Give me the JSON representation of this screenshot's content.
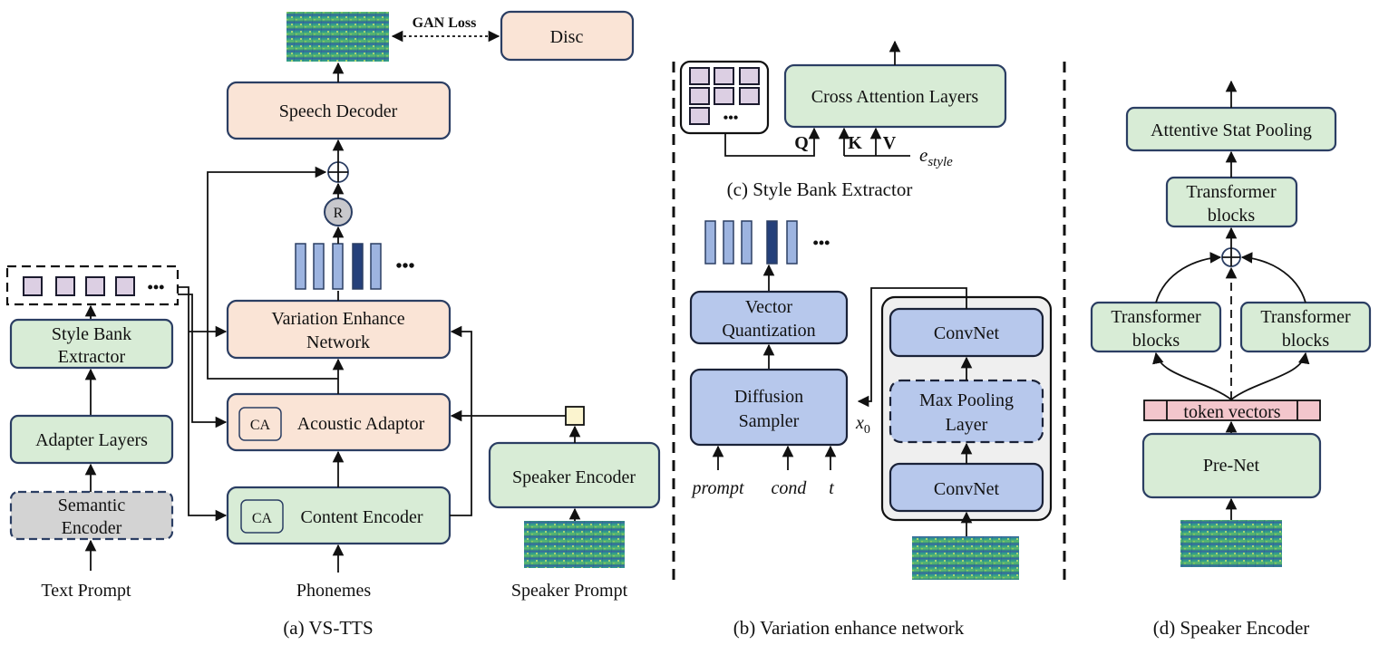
{
  "panel_a": {
    "caption": "(a) VS-TTS",
    "disc": "Disc",
    "gan_loss": "GAN Loss",
    "speech_decoder": "Speech Decoder",
    "r_symbol": "R",
    "variation_line1": "Variation Enhance",
    "variation_line2": "Network",
    "acoustic_adaptor": "Acoustic Adaptor",
    "content_encoder": "Content Encoder",
    "ca": "CA",
    "style_bank_line1": "Style Bank",
    "style_bank_line2": "Extractor",
    "adapter_layers": "Adapter Layers",
    "semantic_line1": "Semantic",
    "semantic_line2": "Encoder",
    "speaker_encoder": "Speaker Encoder",
    "text_prompt": "Text Prompt",
    "phonemes": "Phonemes",
    "speaker_prompt": "Speaker Prompt"
  },
  "panel_b": {
    "caption": "(b) Variation enhance network",
    "vq_line1": "Vector",
    "vq_line2": "Quantization",
    "diff_line1": "Diffusion",
    "diff_line2": "Sampler",
    "convnet_top": "ConvNet",
    "maxpool_line1": "Max Pooling",
    "maxpool_line2": "Layer",
    "convnet_bottom": "ConvNet",
    "input_prompt": "prompt",
    "input_cond": "cond",
    "input_t": "t",
    "x0_base": "x",
    "x0_sub": "0"
  },
  "panel_c": {
    "caption": "(c) Style Bank Extractor",
    "cross_attention": "Cross Attention Layers",
    "q": "Q",
    "k": "K",
    "v": "V",
    "e_base": "e",
    "e_sub": "style"
  },
  "panel_d": {
    "caption": "(d) Speaker Encoder",
    "attentive": "Attentive Stat Pooling",
    "tb_top_line1": "Transformer",
    "tb_top_line2": "blocks",
    "tb_left_line1": "Transformer",
    "tb_left_line2": "blocks",
    "tb_right_line1": "Transformer",
    "tb_right_line2": "blocks",
    "token_vectors": "token vectors",
    "prenet": "Pre-Net"
  },
  "symbols": {
    "ellipsis": "•••"
  },
  "colors": {
    "green_box": "#d8ecd6",
    "peach_box": "#fae4d6",
    "blue_box": "#b7c8ec",
    "gray_box": "#d3d3d3",
    "lavender": "#dccfe3",
    "pink": "#f3c6cc",
    "dark_blue_bar": "#25407a",
    "light_blue_bar": "#9db4e0",
    "border": "#2b3e63"
  }
}
